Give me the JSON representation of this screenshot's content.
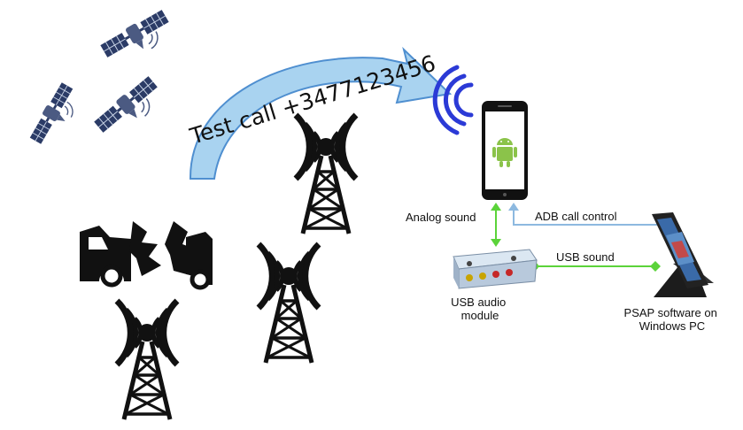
{
  "labels": {
    "test_call": "Test call  +3477123456",
    "analog_sound": "Analog sound",
    "adb_call_control": "ADB call control",
    "usb_sound": "USB sound",
    "usb_audio_line1": "USB audio",
    "usb_audio_line2": "module",
    "psap_line1": "PSAP software on",
    "psap_line2": "Windows PC"
  },
  "colors": {
    "signal_arc": "#2b3ad6",
    "green_link": "#5bd33a",
    "blue_link": "#8db9e0",
    "arrow_fill": "#a9d3f0",
    "arrow_stroke": "#4f8fd0",
    "android": "#8bc34a"
  }
}
